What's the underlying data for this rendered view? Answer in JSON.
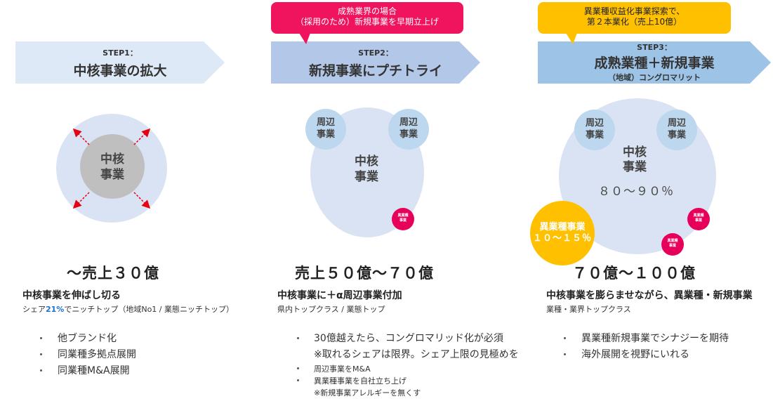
{
  "steps": [
    {
      "label_small": "STEP1：",
      "label_big": "中核事業の拡大"
    },
    {
      "label_small": "STEP2：",
      "label_big": "新規事業にプチトライ"
    },
    {
      "label_small": "STEP3：",
      "label_big": "成熟業種＋新規事業",
      "label_sub": "（地域）コングロマリット"
    }
  ],
  "callouts": [
    {
      "line1": "成熟業界の場合",
      "line2": "（採用のため）新規事業を早期立上げ"
    },
    {
      "line1": "異業種収益化事業探索で、",
      "line2": "第２本業化（売上10億）"
    }
  ],
  "diagram1": {
    "core_line1": "中核",
    "core_line2": "事業"
  },
  "diagram2": {
    "core_line1": "中核",
    "core_line2": "事業",
    "peripheral_line1": "周辺",
    "peripheral_line2": "事業",
    "small_label_line1": "異業種",
    "small_label_line2": "事業"
  },
  "diagram3": {
    "core_line1": "中核",
    "core_line2": "事業",
    "core_share": "８０～９０％",
    "peripheral_line1": "周辺",
    "peripheral_line2": "事業",
    "diff_line1": "異業種事業",
    "diff_line2": "１０～１５％",
    "small_label_line1": "異業種",
    "small_label_line2": "事業"
  },
  "col1": {
    "sales": "～売上３０億",
    "heading": "中核事業を伸ばし切る",
    "sub_pre": "シェア",
    "sub_highlight": "21%",
    "sub_post": "でニッチトップ（地域No1 / 業態ニッチトップ）",
    "bullets": [
      "他ブランド化",
      "同業種多拠点展開",
      "同業種M&A展開"
    ]
  },
  "col2": {
    "sales": "売上５０億～７０億",
    "heading": "中核事業に＋α周辺事業付加",
    "sub": "県内トップクラス / 業態トップ",
    "bullets": [
      "30億越えたら、コングロマリッド化が必須",
      "※取れるシェアは限界。シェア上限の見極めを",
      "周辺事業をM&A",
      "異業種事業を自社立ち上げ",
      "※新規事業アレルギーを無くす"
    ]
  },
  "col3": {
    "sales": "７０億～１００億",
    "heading": "中核事業を膨らませながら、異業種・新規事業",
    "sub": "業種・業界トップクラス",
    "bullets": [
      "異業種新規事業でシナジーを期待",
      "海外展開を視野にいれる"
    ]
  },
  "colors": {
    "arrow1": "#dde9f6",
    "arrow2": "#b3c8e8",
    "arrow3": "#9dc3e6",
    "callout_pink": "#f0145f",
    "callout_yellow": "#ffc000",
    "outer_circle": "#dae3f3",
    "core_gray": "#bfbfbf",
    "red_arrow": "#e60012",
    "peripheral": "#bdd7ee",
    "dot_pink": "#e6005a",
    "gold": "#ffc000"
  }
}
